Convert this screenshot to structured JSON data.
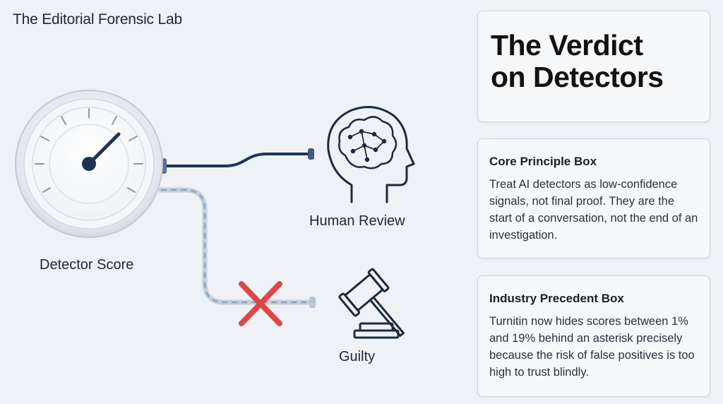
{
  "header": {
    "brand": "The Editorial Forensic Lab"
  },
  "diagram": {
    "nodes": {
      "detector": "Detector Score",
      "human_review": "Human Review",
      "guilty": "Guilty"
    },
    "icons": [
      "gauge-icon",
      "brain-head-icon",
      "gavel-icon",
      "x-mark-icon"
    ],
    "colors": {
      "solid_path": "#1f3550",
      "dashed_path": "#9fb3cc",
      "reject_mark": "#e04a4a"
    }
  },
  "cards": {
    "verdict": {
      "title_line1": "The Verdict",
      "title_line2": "on Detectors"
    },
    "core": {
      "title": "Core Principle Box",
      "body": "Treat AI detectors as low-confidence signals, not final proof. They are the start of a conversation, not the end of an investigation."
    },
    "precedent": {
      "title": "Industry Precedent Box",
      "body": "Turnitin now hides scores between 1% and 19% behind an asterisk precisely because the risk of false positives is too high to trust blindly."
    }
  }
}
